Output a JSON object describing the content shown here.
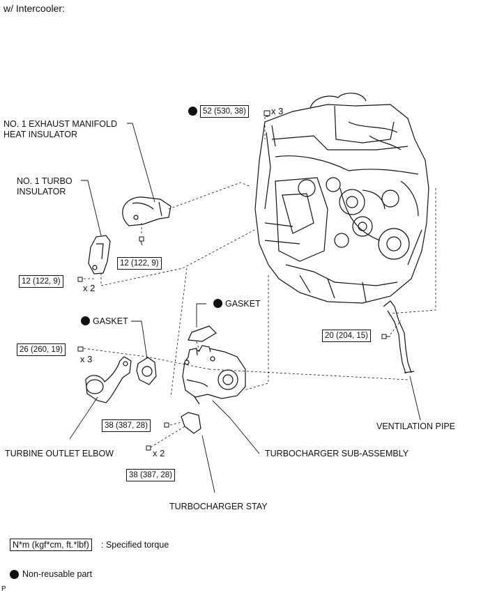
{
  "header": {
    "title": "w/ Intercooler:"
  },
  "parts": {
    "exhaust_insulator": "NO. 1 EXHAUST MANIFOLD\nHEAT INSULATOR",
    "turbo_insulator": "NO. 1 TURBO\nINSULATOR",
    "gasket_upper": "GASKET",
    "gasket_left": "GASKET",
    "turbine_elbow": "TURBINE OUTLET ELBOW",
    "turbo_subassembly": "TURBOCHARGER SUB-ASSEMBLY",
    "turbo_stay": "TURBOCHARGER STAY",
    "ventilation_pipe": "VENTILATION PIPE"
  },
  "torques": {
    "manifold_nut": "52 (530, 38)",
    "insulator_bolt": "12 (122, 9)",
    "turbo_insulator_bolt": "12 (122, 9)",
    "elbow_nut": "26 (260, 19)",
    "vent_bolt": "20 (204, 15)",
    "stay_bolt_upper": "38 (387, 28)",
    "stay_bolt_lower": "38 (387, 28)"
  },
  "quantities": {
    "manifold_nut": "x 3",
    "turbo_insulator_bolt": "x 2",
    "elbow_nut": "x 3",
    "stay_bolt": "x 2"
  },
  "legend": {
    "torque_unit": "N*m (kgf*cm, ft.*lbf)",
    "torque_desc": ": Specified torque",
    "nonreusable_desc": "Non-reusable part"
  },
  "corner_mark": "P"
}
